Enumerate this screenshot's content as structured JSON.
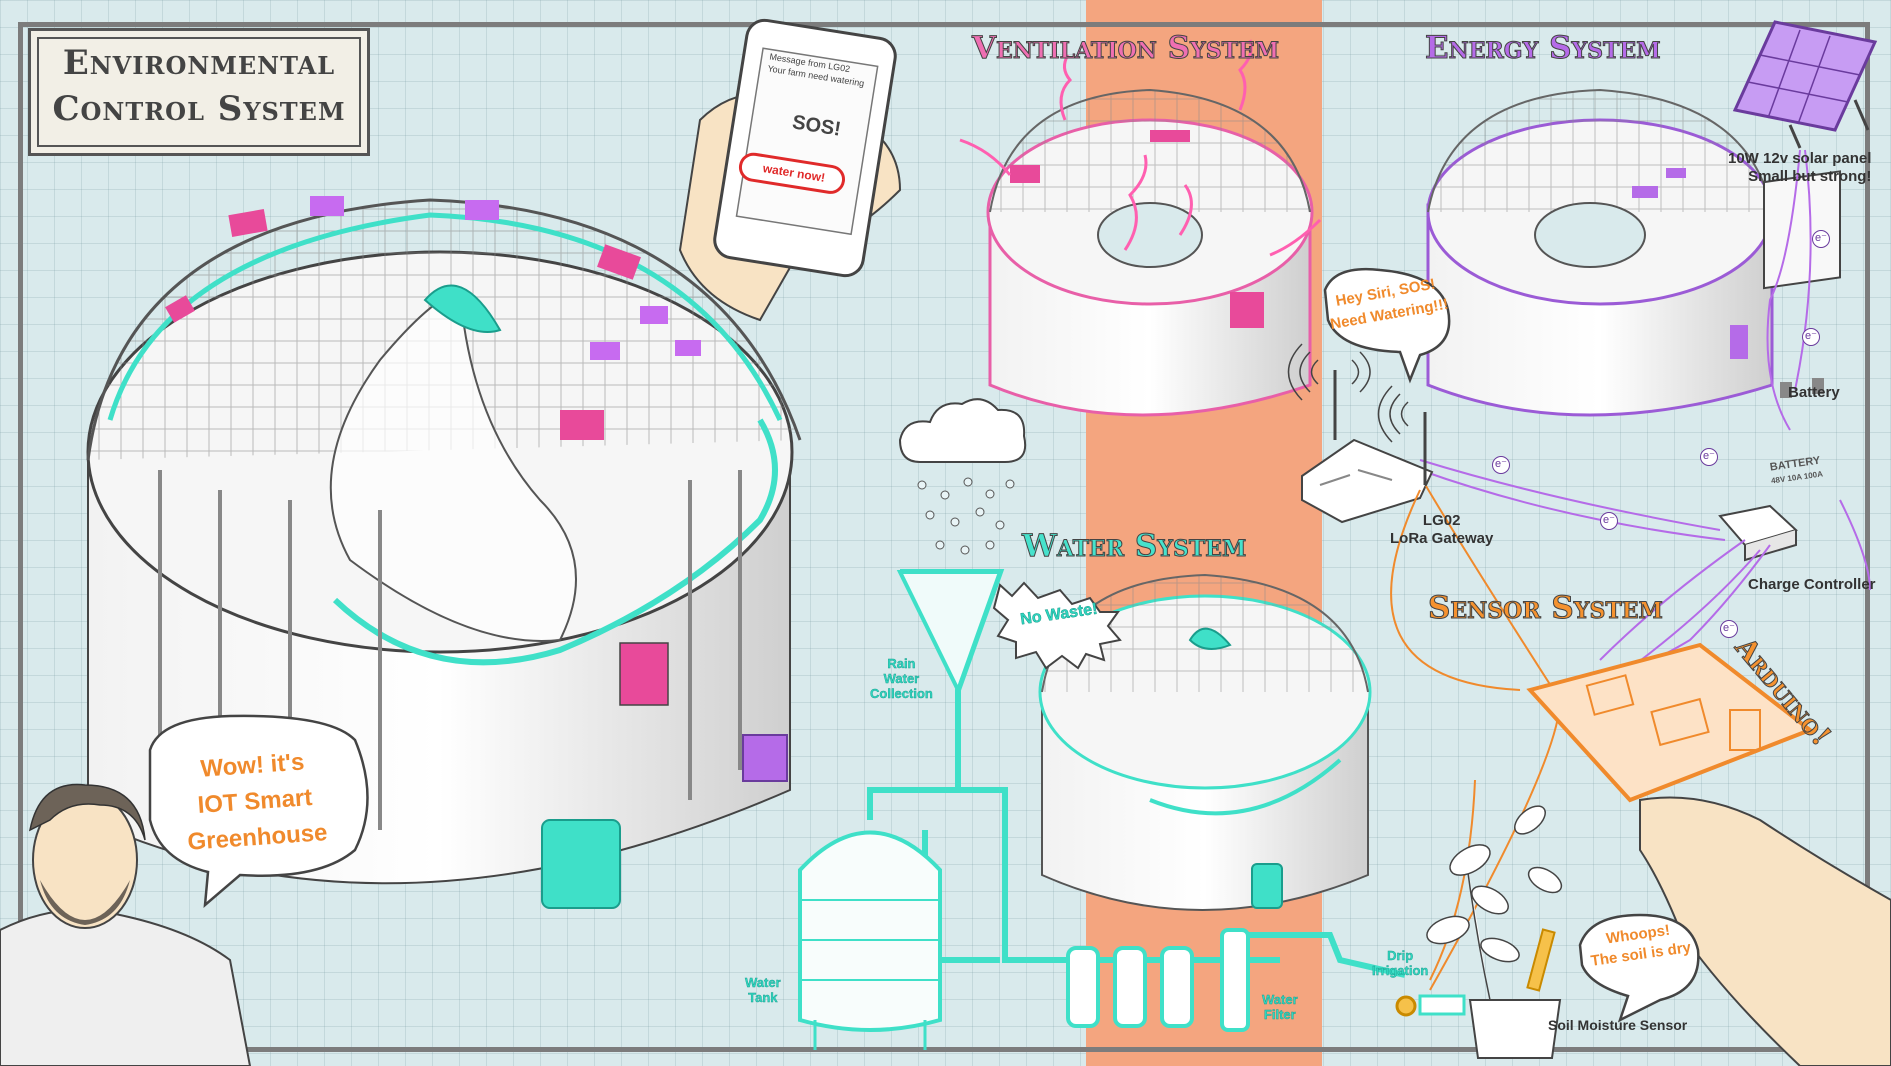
{
  "title": {
    "line1": "Environmental",
    "line2": "Control System"
  },
  "systems": {
    "ventilation": "Ventilation System",
    "energy": "Energy System",
    "water": "Water System",
    "sensor": "Sensor System"
  },
  "bubbles": {
    "wow_line1": "Wow! it's",
    "wow_line2": "IOT Smart",
    "wow_line3": "Greenhouse",
    "siri_line1": "Hey Siri, SOS!",
    "siri_line2": "Need Watering!!!",
    "nowaste": "No Waste!",
    "whoops_line1": "Whoops!",
    "whoops_line2": "The soil is dry",
    "arduino": "Arduino!"
  },
  "phone": {
    "msg_line1": "Message from LG02",
    "msg_line2": "Your farm need watering",
    "sos": "SOS!",
    "button": "water now!"
  },
  "labels": {
    "solar_line1": "10W 12v solar panel",
    "solar_line2": "Small but strong!",
    "battery": "Battery",
    "battery_case_line1": "BATTERY",
    "battery_case_line2": "48V 10A 100A",
    "charge_controller": "Charge Controller",
    "gateway_line1": "LG02",
    "gateway_line2": "LoRa Gateway",
    "soil_sensor": "Soil Moisture Sensor",
    "electron": "e⁻",
    "rain_line1": "Rain",
    "rain_line2": "Water",
    "rain_line3": "Collection",
    "tank_line1": "Water",
    "tank_line2": "Tank",
    "filter_line1": "Water",
    "filter_line2": "Filter",
    "drip_line1": "Drip",
    "drip_line2": "Irrigation"
  },
  "colors": {
    "ventilation": "#e85fa8",
    "energy": "#9b5bd6",
    "water": "#3fe0c8",
    "sensor": "#f08a2c",
    "band": "#f4a57f"
  }
}
